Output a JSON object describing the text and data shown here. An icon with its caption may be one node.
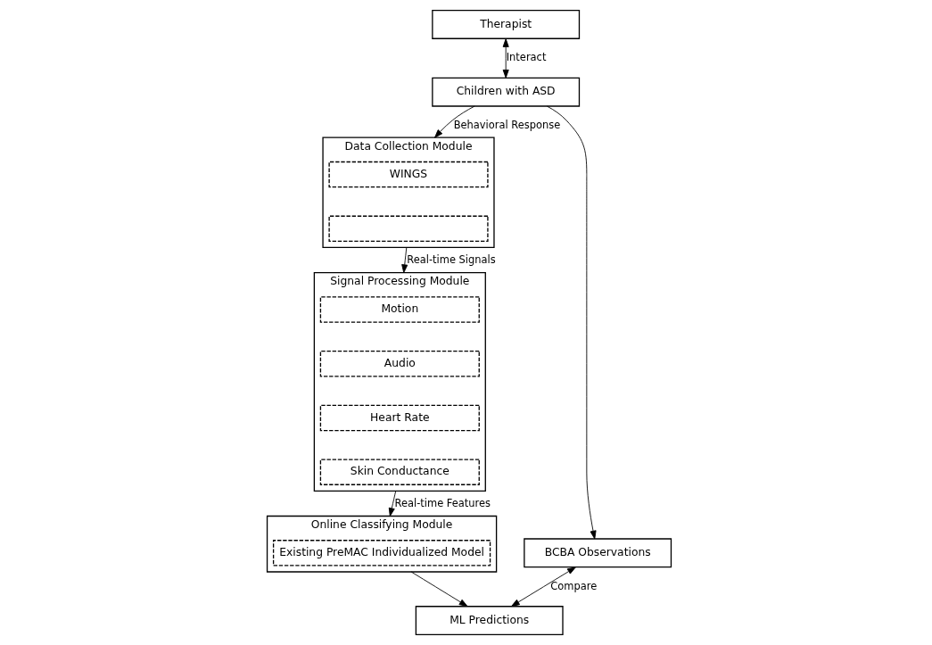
{
  "diagram": {
    "nodes": [
      {
        "text": [
          "Therapist"
        ]
      },
      {
        "text": [
          "Children with ASD"
        ]
      },
      {
        "text": [
          "Data Collection Module"
        ]
      },
      {
        "text": [
          "WINGS"
        ],
        "in": 2
      },
      {
        "text": [],
        "shape": "box",
        "in": 2
      },
      {
        "text": [
          "Signal Processing Module"
        ]
      },
      {
        "text": [
          "Motion"
        ],
        "in": 5
      },
      {
        "text": [
          "Audio"
        ],
        "in": 5
      },
      {
        "text": [
          "Heart Rate"
        ],
        "in": 5
      },
      {
        "text": [
          "Skin Conductance"
        ],
        "in": 5
      },
      {
        "text": [
          "BCBA Observations"
        ]
      },
      {
        "text": [
          "Online Classifying Module"
        ]
      },
      {
        "text": [
          "Existing PreMAC Individualized Model"
        ],
        "in": 11
      },
      {
        "text": [
          "ML Predictions"
        ]
      }
    ],
    "edges": [
      {
        "from": 0,
        "to": 1,
        "arrow": "both",
        "label": "Interact"
      },
      {
        "from": 1,
        "to": 2,
        "arrow": "to",
        "label": "Behavioral Response"
      },
      {
        "from": 2,
        "to": 5,
        "arrow": "to",
        "label": "Real-time Signals"
      },
      {
        "from": 5,
        "to": 11,
        "arrow": "to",
        "label": "Real-time Features"
      },
      {
        "from": 1,
        "to": 10,
        "arrow": "to"
      },
      {
        "from": 10,
        "to": 13,
        "arrow": "both",
        "label": "Compare"
      },
      {
        "from": 11,
        "to": 13,
        "arrow": "to"
      }
    ]
  }
}
